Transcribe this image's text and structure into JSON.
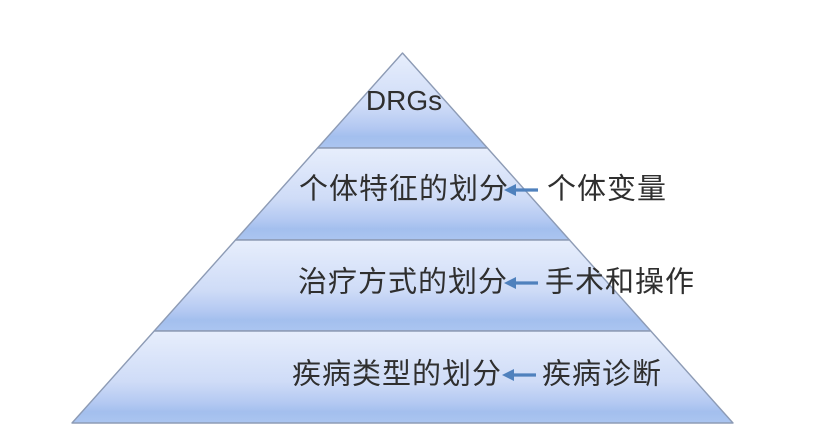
{
  "diagram": {
    "type": "pyramid",
    "description": "DRGs grouping pyramid: four stacked levels with external source labels pointed at by left arrows",
    "apex_label": "DRGs",
    "levels": [
      {
        "label": "个体特征的划分",
        "source": "个体变量"
      },
      {
        "label": "治疗方式的划分",
        "source": "手术和操作"
      },
      {
        "label": "疾病类型的划分",
        "source": "疾病诊断"
      }
    ],
    "colors": {
      "fill_top": "#e7eefc",
      "fill_mid": "#cfdcf7",
      "fill_band": "#a3bfee",
      "fill_bottom": "#abc5f0",
      "outline": "#8d9bb5",
      "arrow": "#4f81bd",
      "text": "#2f2f2f",
      "background": "#ffffff"
    }
  }
}
